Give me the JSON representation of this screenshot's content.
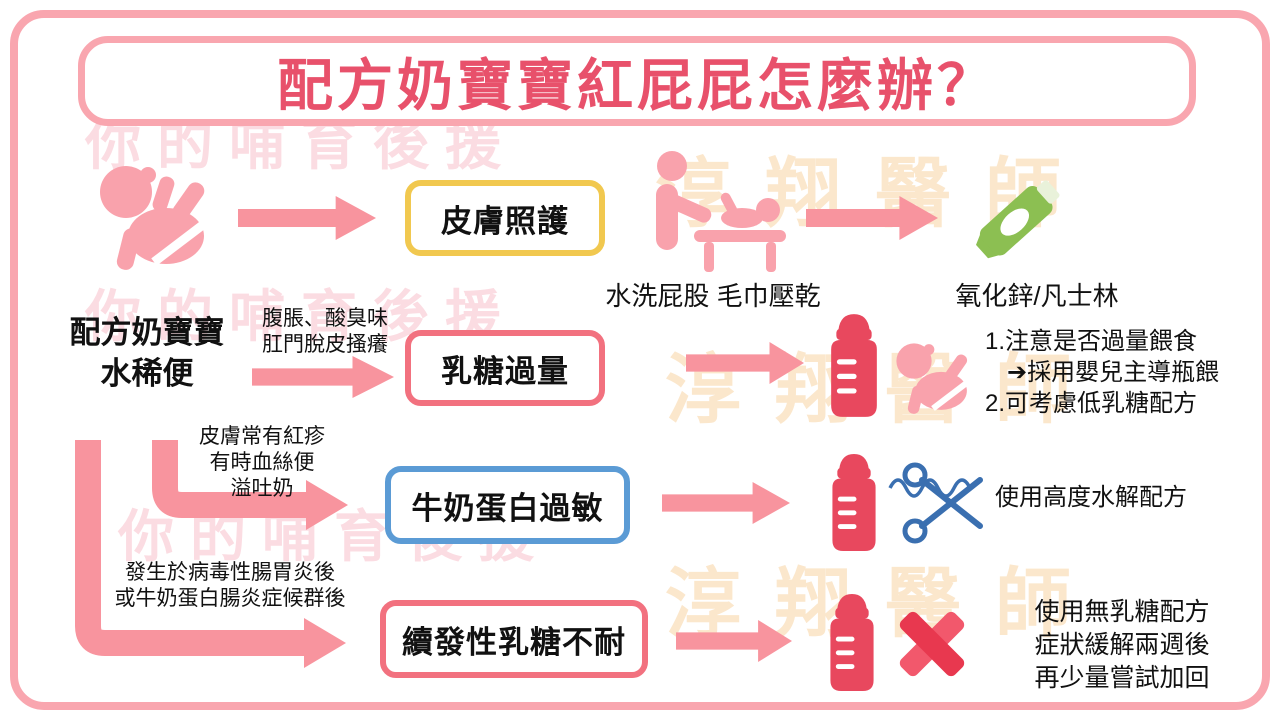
{
  "title": "配方奶寶寶紅屁屁怎麼辦？",
  "watermarks": {
    "pink_text": "你的哺育後援",
    "orange_text": "淳翔醫師"
  },
  "source": {
    "line1": "配方奶寶寶",
    "line2": "水稀便"
  },
  "row1": {
    "box_label": "皮膚照護",
    "caption_wash": "水洗屁股 毛巾壓乾",
    "caption_ointment": "氧化鋅/凡士林"
  },
  "row2": {
    "note_line1": "腹脹、酸臭味",
    "note_line2": "肛門脫皮搔癢",
    "box_label": "乳糖過量",
    "result_line1": "1.注意是否過量餵食",
    "result_line2": "➔採用嬰兒主導瓶餵",
    "result_line3": "2.可考慮低乳糖配方"
  },
  "row3": {
    "note_line1": "皮膚常有紅疹",
    "note_line2": "有時血絲便",
    "note_line3": "溢吐奶",
    "box_label": "牛奶蛋白過敏",
    "result_line1": "使用高度水解配方"
  },
  "row4": {
    "note_line1": "發生於病毒性腸胃炎後",
    "note_line2": "或牛奶蛋白腸炎症候群後",
    "box_label": "續發性乳糖不耐",
    "result_line1": "使用無乳糖配方",
    "result_line2": "症狀緩解兩週後",
    "result_line3": "再少量嘗試加回"
  },
  "icons": {
    "baby": "baby-icon",
    "arrow": "block-arrow-icon",
    "diaper_change": "diaper-change-icon",
    "ointment_tube": "ointment-tube-icon",
    "feeding_bottle": "feeding-bottle-icon",
    "scissors_protein": "scissors-protein-icon",
    "no_lactose": "no-lactose-icon"
  },
  "colors": {
    "frame_pink": "#F9A6AF",
    "title_text": "#E8516B",
    "arrow_pink": "#F8949E",
    "box_yellow": "#F1C84F",
    "box_red": "#F2717F",
    "box_blue": "#5B9BD5",
    "bottle_red": "#E8485E",
    "tube_green": "#8CBF52",
    "scissors_blue": "#3A6FB0",
    "watermark_pink": "#FBDCE2",
    "watermark_orange": "#FBE7CC",
    "text": "#111111"
  }
}
